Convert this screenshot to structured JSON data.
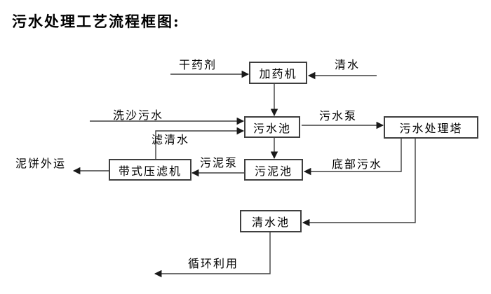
{
  "title": "污水处理工艺流程框图:",
  "colors": {
    "background": "#ffffff",
    "line": "#3f3f3f",
    "arrowhead": "#1a1a1a",
    "text": "#000000"
  },
  "diagram": {
    "nodes": {
      "dosing_machine": {
        "label": "加药机"
      },
      "sewage_pool": {
        "label": "污水池"
      },
      "sewage_treatment_tower": {
        "label": "污水处理塔"
      },
      "sludge_pool": {
        "label": "污泥池"
      },
      "belt_filter_press": {
        "label": "带式压滤机"
      },
      "clear_water_pool": {
        "label": "清水池"
      }
    },
    "flow_labels": {
      "dry_agent": {
        "label": "干药剂"
      },
      "clear_water": {
        "label": "清水"
      },
      "sand_washing_sewage": {
        "label": "洗沙污水"
      },
      "sewage_pump": {
        "label": "污水泵"
      },
      "filtered_water": {
        "label": "滤清水"
      },
      "sludge_pump": {
        "label": "污泥泵"
      },
      "bottom_sewage": {
        "label": "底部污水"
      },
      "mud_cake_out": {
        "label": "泥饼外运"
      },
      "recycle_use": {
        "label": "循环利用"
      }
    }
  }
}
